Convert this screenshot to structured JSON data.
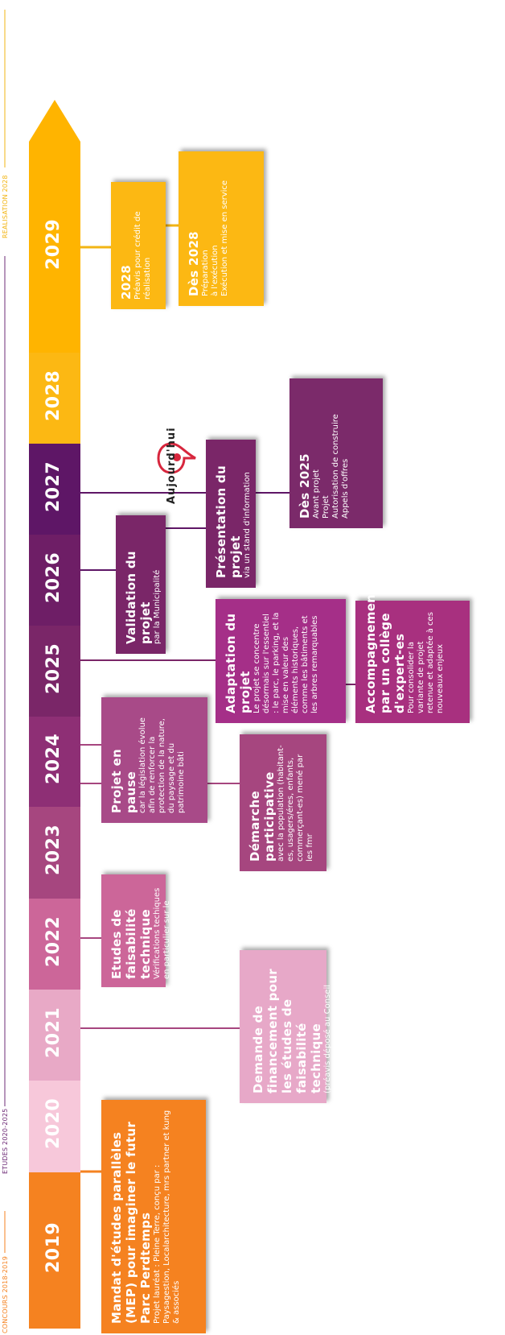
{
  "colors": {
    "y2019": "#F58220",
    "y2020": "#F7C8DA",
    "y2021": "#E8A9C6",
    "y2022": "#CC6699",
    "y2023": "#A6467F",
    "y2024": "#8E2F75",
    "y2025": "#7A2668",
    "y2026": "#6E1E66",
    "y2027": "#5E1666",
    "y2028": "#FCB813",
    "y2029": "#FFB400",
    "phase_orange": "#F58220",
    "phase_purple": "#6E2C77",
    "phase_gold": "#F2B515",
    "marker_red": "#D7263D"
  },
  "years": [
    "2019",
    "2020",
    "2021",
    "2022",
    "2023",
    "2024",
    "2025",
    "2026",
    "2027",
    "2028",
    "2029"
  ],
  "phases": {
    "concours": "CONCOURS 2018-2019",
    "etudes": "ETUDES 2020-2025",
    "realisation": "REALISATION 2028"
  },
  "today_marker": "Aujourd'hui",
  "cards": {
    "mep": {
      "title": "Mandat d'études parallèles (MEP) pour imaginer le futur Parc Perdtemps",
      "body": "Projet lauréat : Pleine Terre, conçu par : Paysagestion, Localarchitecture, mrs partner et kung & associés"
    },
    "demande": {
      "title": "Demande de financement pour les études de faisabilité technique",
      "body": "(préavis déposé au Conseil communal)"
    },
    "etudes": {
      "title": "Etudes de faisabilité technique",
      "body": "Vérifications techiques en particulier sur le parking"
    },
    "demarche": {
      "title": "Démarche participative",
      "body": "avec la population (habitant-es, usagers/éres, enfants, commerçant-es) mené par les fmr"
    },
    "pause": {
      "title": "Projet en pause",
      "body": "car la législation évolue afin de renforcer la protection de la nature, du paysage et du patrimoine bâti"
    },
    "adaptation": {
      "title": "Adaptation du projet",
      "body": "Le projet se concentre désormais sur l'essentiel : le parc, le parking, et la mise en valeur des éléments historiques, comme les bâtiments et les arbres remarquables"
    },
    "accompagnement": {
      "title": "Accompagnement par un collège d'expert-es",
      "body": "Pour consolider la variante de projet retenue et adaptée à ces nouveaux enjeux"
    },
    "validation": {
      "title": "Validation du projet",
      "body": "par la Municipalité"
    },
    "presentation": {
      "title": "Présentation du projet",
      "body": "via un stand d'information"
    },
    "des2025": {
      "title": "Dès 2025",
      "lines": [
        "Avant projet",
        "Projet",
        "Autorisation de construire",
        "Appels d'offres"
      ]
    },
    "credit2028": {
      "title": "2028",
      "body": "Préavis pour crédit de réalisation"
    },
    "des2028": {
      "title": "Dès 2028",
      "lines": [
        "Préparation",
        "à l'exécution",
        "Exécution et mise en service"
      ]
    }
  }
}
